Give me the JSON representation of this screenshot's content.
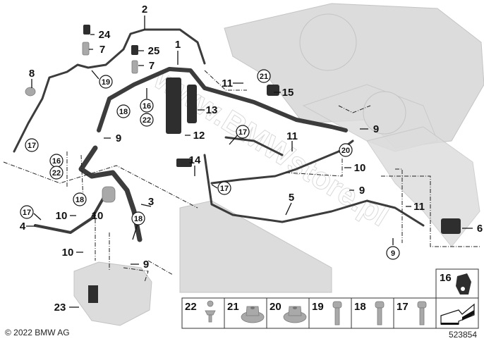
{
  "diagram": {
    "watermark": "www.BMWstore.pl",
    "copyright": "© 2022 BMW AG",
    "diagram_number": "523854",
    "callouts": {
      "c2": "2",
      "c24": "24",
      "c7a": "7",
      "c25": "25",
      "c7b": "7",
      "c1": "1",
      "c8": "8",
      "c19": "19",
      "c11a": "11",
      "c21": "21",
      "c15": "15",
      "c16a": "16",
      "c22a": "22",
      "c18a": "18",
      "c13": "13",
      "c9a": "9",
      "c12": "12",
      "c17a": "17",
      "c17b": "17",
      "c11b": "11",
      "c9b": "9",
      "c20": "20",
      "c16b": "16",
      "c22b": "22",
      "c14": "14",
      "c17c": "17",
      "c10a": "10",
      "c18b": "18",
      "c3": "3",
      "c5": "5",
      "c9c": "9",
      "c11c": "11",
      "c10b": "10",
      "c10c": "10",
      "c17d": "17",
      "c4": "4",
      "c18c": "18",
      "c6": "6",
      "c10d": "10",
      "c9d": "9",
      "c9e": "9",
      "c23": "23"
    },
    "parts_table": [
      {
        "number": "22",
        "icon": "ball-stud-icon"
      },
      {
        "number": "21",
        "icon": "flange-nut-icon"
      },
      {
        "number": "20",
        "icon": "hex-nut-icon"
      },
      {
        "number": "19",
        "icon": "flange-bolt-icon"
      },
      {
        "number": "18",
        "icon": "socket-bolt-icon"
      },
      {
        "number": "17",
        "icon": "screw-icon"
      }
    ],
    "clip_box": {
      "number": "16",
      "icon": "clip-icon"
    }
  }
}
